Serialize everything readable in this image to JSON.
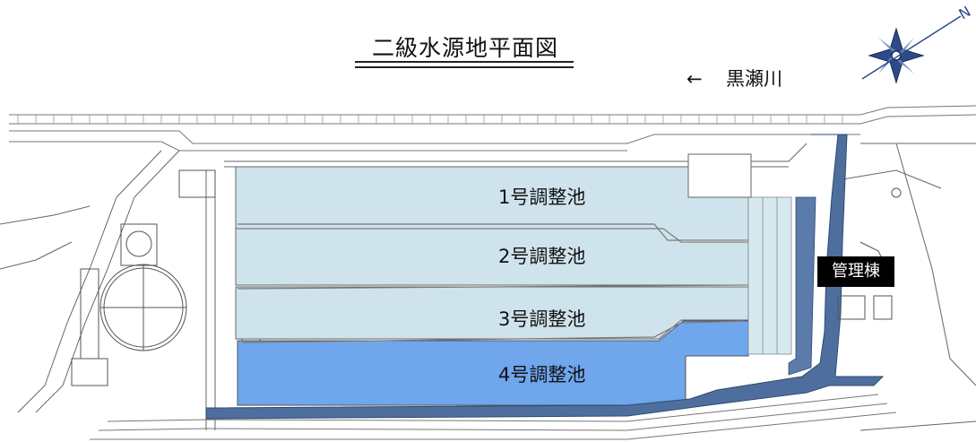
{
  "title": "二級水源地平面図",
  "river": {
    "arrow": "←",
    "name": "黒瀬川"
  },
  "compass": {
    "north_label": "N",
    "icon": "compass-rose-icon"
  },
  "ponds": [
    {
      "label": "1号調整池",
      "color": "#cfe3ec"
    },
    {
      "label": "2号調整池",
      "color": "#cfe3ec"
    },
    {
      "label": "3号調整池",
      "color": "#cfe3ec"
    },
    {
      "label": "4号調整池",
      "color": "#6fa6ec"
    }
  ],
  "building": {
    "label": "管理棟",
    "color": "#000000"
  },
  "colors": {
    "channel": "#4e6f9e",
    "pond_light": "#cfe3ec",
    "pond_highlight": "#6fa6ec",
    "linework": "#555555"
  }
}
